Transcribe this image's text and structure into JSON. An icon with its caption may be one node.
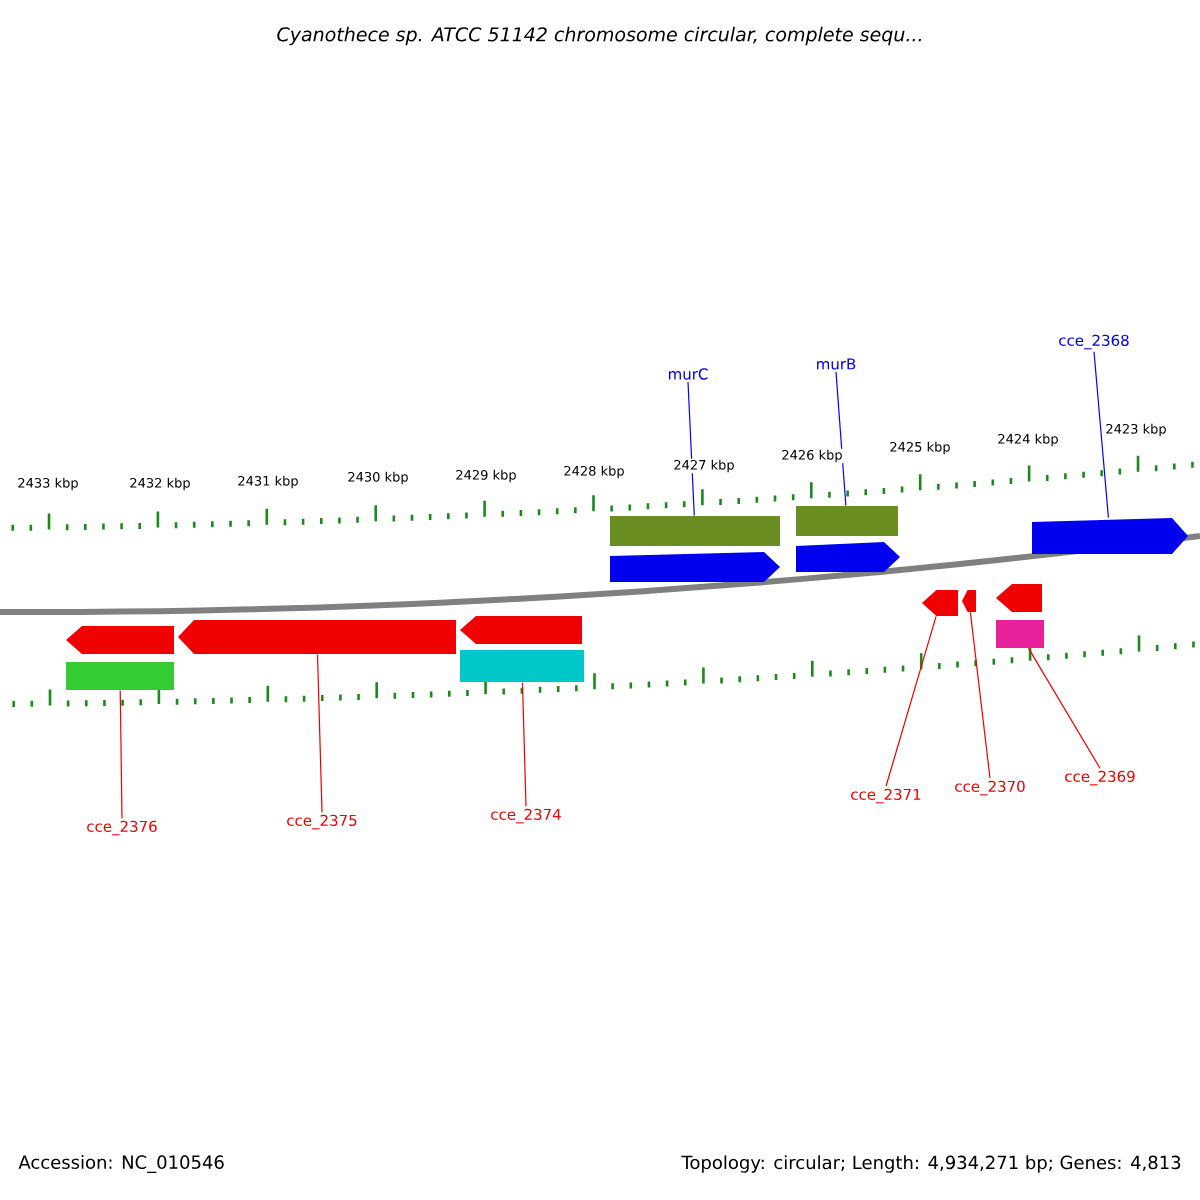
{
  "diagram": {
    "title": "Cyanothece sp. ATCC 51142 chromosome circular, complete sequ...",
    "nodes": [
      {
        "text": [],
        "shape": "bar"
      },
      {
        "text": [],
        "shape": "bar"
      },
      {
        "text": [],
        "shape": "pentagon"
      },
      {
        "text": [],
        "shape": "pentagon"
      },
      {
        "text": [],
        "shape": "pentagon"
      },
      {
        "text": [],
        "shape": "pentagon"
      },
      {
        "text": [],
        "shape": "pentagon"
      },
      {
        "text": [],
        "shape": "pentagon"
      },
      {
        "text": [],
        "shape": "bar"
      },
      {
        "text": [],
        "shape": "bar"
      },
      {
        "text": [],
        "shape": "pentagon"
      },
      {
        "text": [],
        "shape": "pentagon"
      },
      {
        "text": [],
        "shape": "pentagon"
      },
      {
        "text": [],
        "shape": "bar"
      },
      {
        "text": [
          "murC"
        ]
      },
      {
        "text": [
          "murB"
        ]
      },
      {
        "text": [
          "cce_2368"
        ]
      },
      {
        "text": [
          "cce_2376"
        ]
      },
      {
        "text": [
          "cce_2375"
        ]
      },
      {
        "text": [
          "cce_2374"
        ]
      },
      {
        "text": [
          "cce_2371"
        ]
      },
      {
        "text": [
          "cce_2370"
        ]
      },
      {
        "text": [
          "cce_2369"
        ]
      }
    ],
    "edges": [
      {
        "from": 14,
        "to": 0,
        "arrow": "none",
        "color": "#0000ff"
      },
      {
        "from": 15,
        "to": 1,
        "arrow": "none",
        "color": "#0000ff"
      },
      {
        "from": 16,
        "to": 4,
        "arrow": "none",
        "color": "#0000ff"
      },
      {
        "from": 17,
        "to": 8,
        "arrow": "none"
      },
      {
        "from": 18,
        "to": 6,
        "arrow": "none"
      },
      {
        "from": 19,
        "to": 9,
        "arrow": "none"
      },
      {
        "from": 20,
        "to": 10,
        "arrow": "none"
      },
      {
        "from": 21,
        "to": 11,
        "arrow": "none"
      },
      {
        "from": 22,
        "to": 13,
        "arrow": "none"
      }
    ],
    "labels": [
      "2433 kbp",
      "2432 kbp",
      "2431 kbp",
      "2430 kbp",
      "2429 kbp",
      "2428 kbp",
      "2427 kbp",
      "2426 kbp",
      "2425 kbp",
      "2424 kbp",
      "2423 kbp",
      "Accession: NC_010546",
      "Topology: circular; Length: 4,934,271 bp; Genes: 4,813"
    ]
  }
}
